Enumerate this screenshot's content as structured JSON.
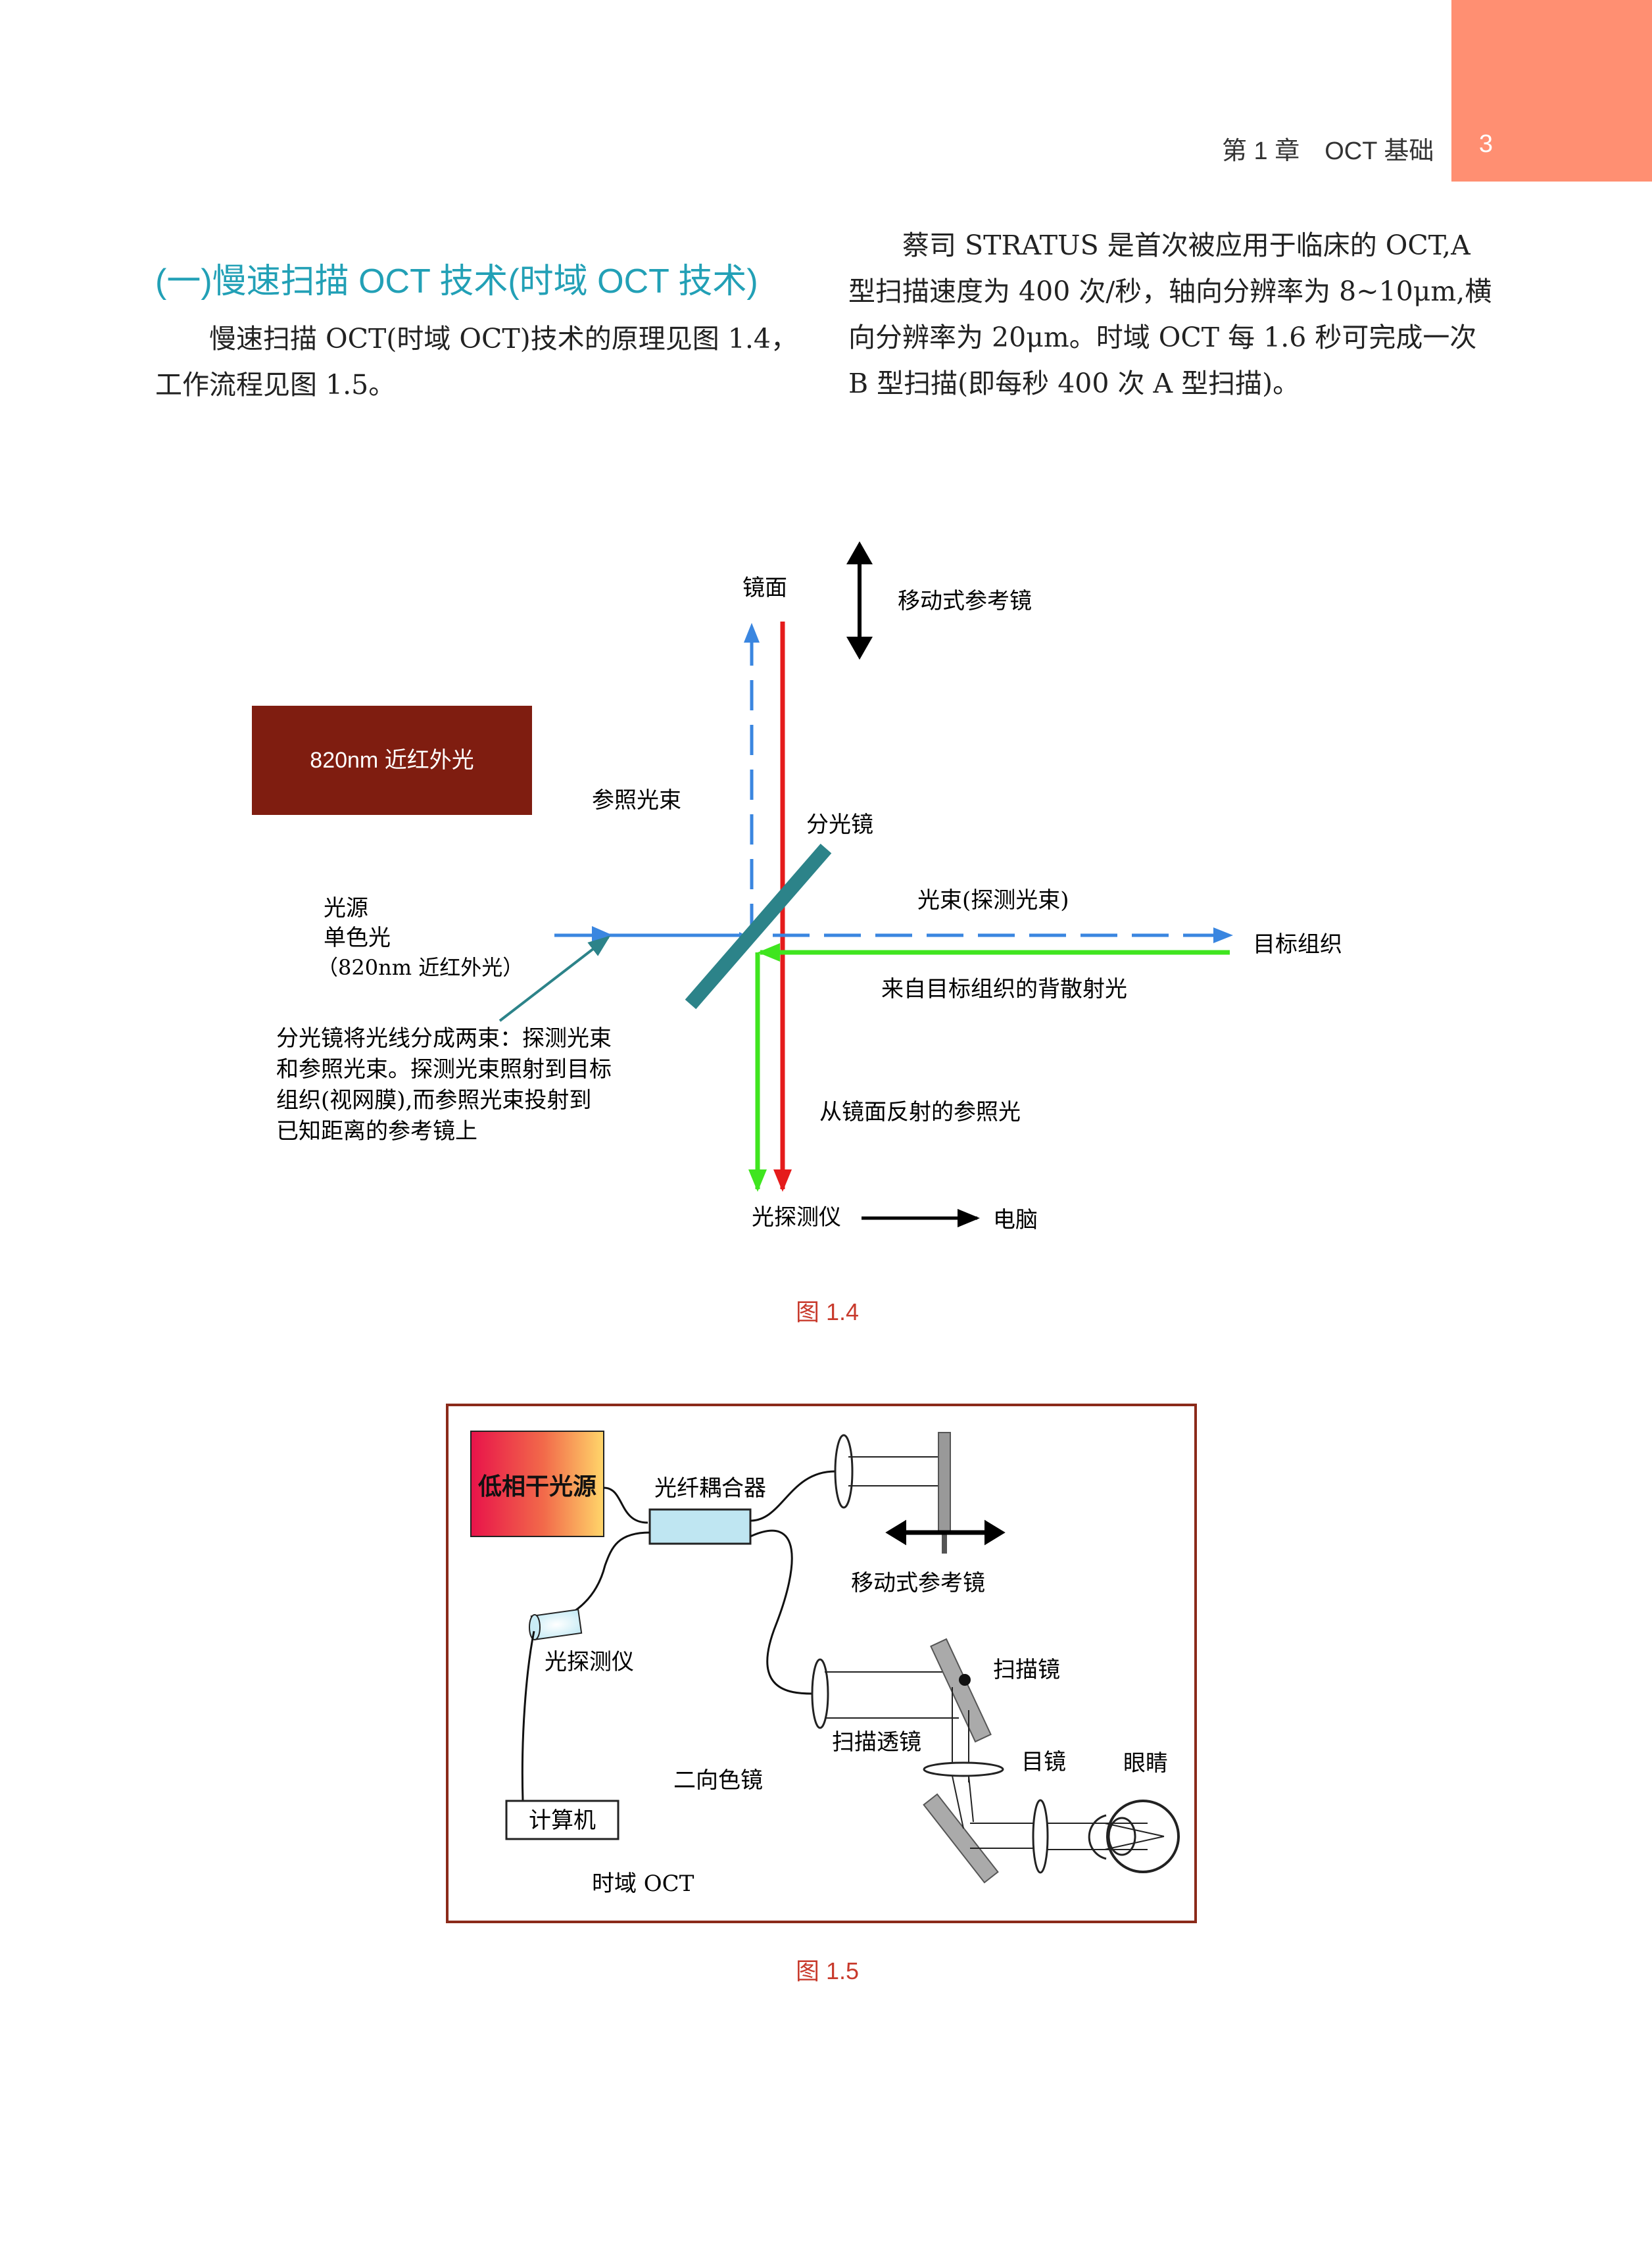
{
  "header": {
    "chapter": "第 1 章　OCT 基础",
    "page_number": "3",
    "accent": "#ff8f72"
  },
  "section": {
    "heading": "(一)慢速扫描 OCT 技术(时域 OCT 技术)",
    "left_paragraph": "慢速扫描 OCT(时域 OCT)技术的原理见图 1.4，工作流程见图 1.5。",
    "right_paragraph": "蔡司 STRATUS 是首次被应用于临床的 OCT,A 型扫描速度为 400 次/秒，轴向分辨率为 8~10μm,横向分辨率为 20μm。时域 OCT 每 1.6 秒可完成一次 B 型扫描(即每秒 400 次 A 型扫描)。"
  },
  "fig14": {
    "caption": "图 1.4",
    "mirror_face": "镜面",
    "moving_ref_mirror": "移动式参考镜",
    "source_box": "820nm 近红外光",
    "ref_beam": "参照光束",
    "beam_splitter": "分光镜",
    "source_lines": [
      "光源",
      "单色光",
      "（820nm 近红外光）"
    ],
    "probe_beam": "光束(探测光束)",
    "target_tissue": "目标组织",
    "backscatter": "来自目标组织的背散射光",
    "note_lines": [
      "分光镜将光线分成两束：探测光束",
      "和参照光束。探测光束照射到目标",
      "组织(视网膜),而参照光束投射到",
      "已知距离的参考镜上"
    ],
    "reflected_ref": "从镜面反射的参照光",
    "detector": "光探测仪",
    "computer": "电脑",
    "colors": {
      "ref_blue": "#3a86e0",
      "red": "#e51b1b",
      "green": "#3fe51f",
      "splitter": "#2c8389",
      "box": "#7f1d10"
    }
  },
  "fig15": {
    "caption": "图 1.5",
    "source": "低相干光源",
    "coupler": "光纤耦合器",
    "moving_ref_mirror": "移动式参考镜",
    "detector": "光探测仪",
    "scan_mirror": "扫描镜",
    "scan_lens": "扫描透镜",
    "eyepiece": "目镜",
    "eye": "眼睛",
    "dichroic": "二向色镜",
    "computer": "计算机",
    "time_domain": "时域 OCT",
    "colors": {
      "frame": "#8b2a1a",
      "coupler_fill": "#bfe6f2"
    }
  }
}
